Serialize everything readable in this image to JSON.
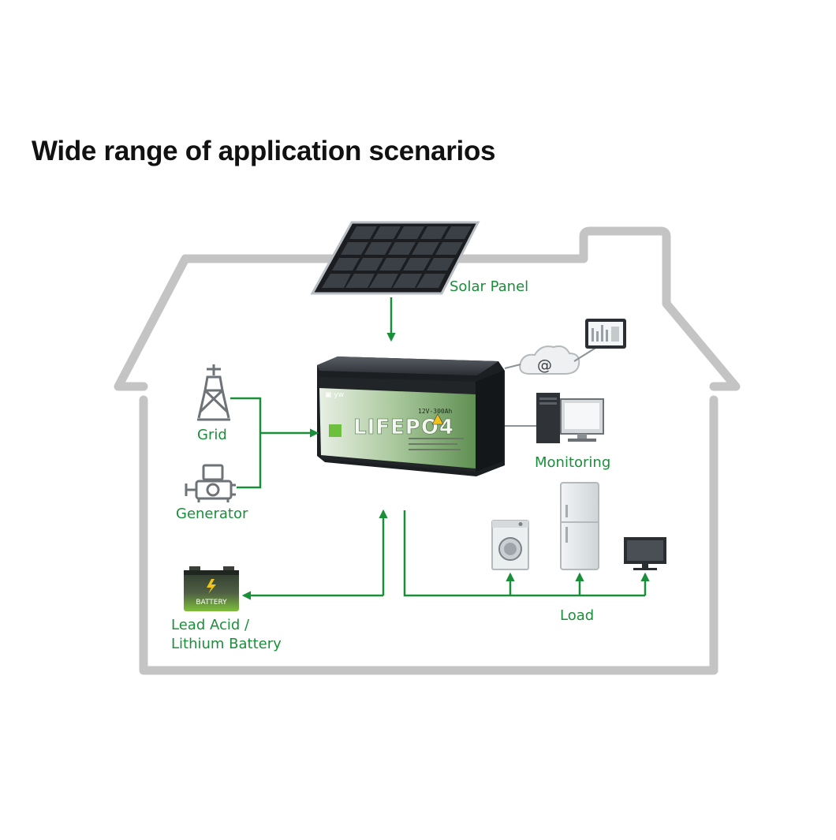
{
  "title": "Wide range of application scenarios",
  "labels": {
    "solar_panel": "Solar Panel",
    "grid": "Grid",
    "generator": "Generator",
    "monitoring": "Monitoring",
    "load": "Load",
    "battery_line1": "Lead Acid /",
    "battery_line2": "Lithium Battery"
  },
  "battery_face": {
    "brand": "LIFEPO4",
    "rating": "12V-300Ah"
  },
  "small_battery_label": "BATTERY",
  "cloud_symbol": "@",
  "colors": {
    "accent_green": "#1a8f3a",
    "house_outline": "#c4c4c4",
    "title": "#111111"
  },
  "icons": [
    "solar-panel-icon",
    "grid-tower-icon",
    "generator-icon",
    "lifepo4-battery-icon",
    "cloud-icon",
    "tablet-icon",
    "computer-icon",
    "washing-machine-icon",
    "fridge-icon",
    "tv-icon",
    "small-battery-icon"
  ]
}
